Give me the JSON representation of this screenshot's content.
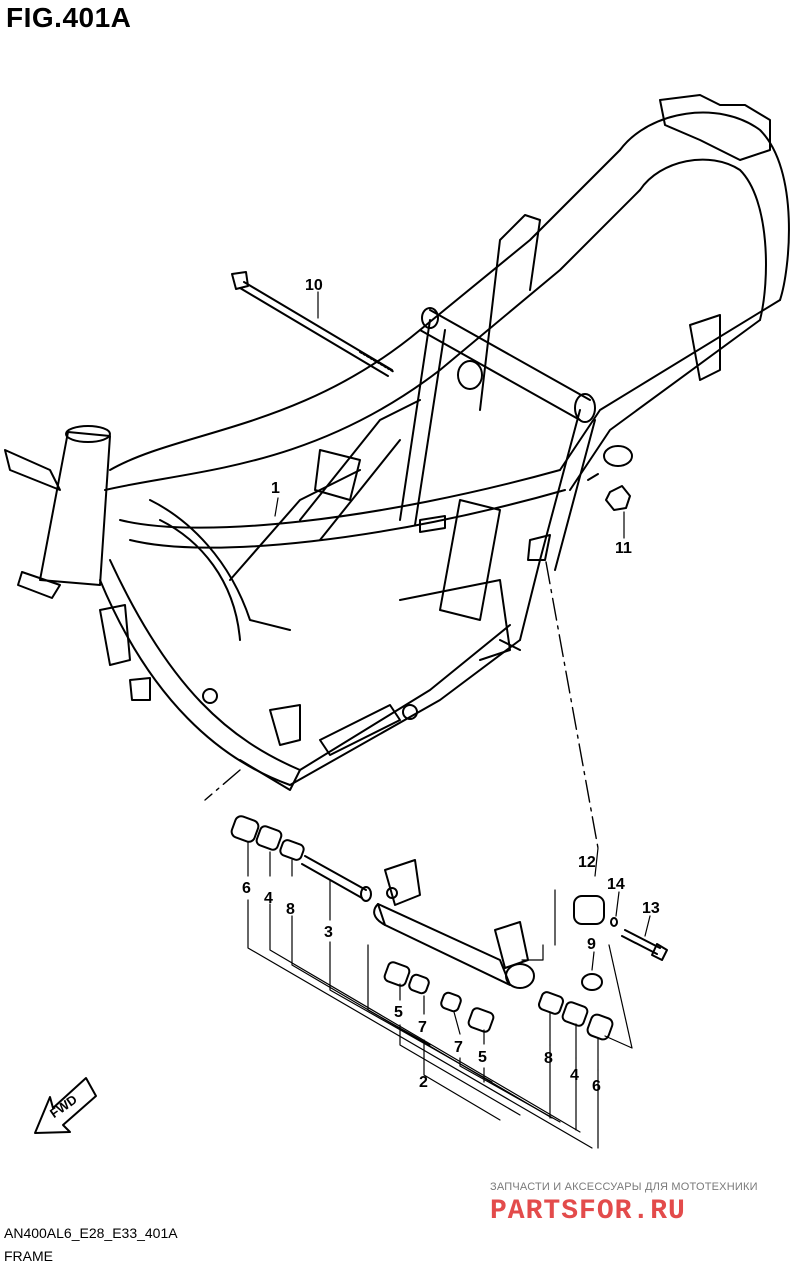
{
  "header": {
    "figure_title": "FIG.401A"
  },
  "callouts": [
    {
      "id": "c10",
      "label": "10"
    },
    {
      "id": "c1",
      "label": "1"
    },
    {
      "id": "c11",
      "label": "11"
    },
    {
      "id": "c12",
      "label": "12"
    },
    {
      "id": "c14",
      "label": "14"
    },
    {
      "id": "c13",
      "label": "13"
    },
    {
      "id": "c9",
      "label": "9"
    },
    {
      "id": "c6a",
      "label": "6"
    },
    {
      "id": "c4a",
      "label": "4"
    },
    {
      "id": "c8a",
      "label": "8"
    },
    {
      "id": "c3",
      "label": "3"
    },
    {
      "id": "c5a",
      "label": "5"
    },
    {
      "id": "c7a",
      "label": "7"
    },
    {
      "id": "c7b",
      "label": "7"
    },
    {
      "id": "c5b",
      "label": "5"
    },
    {
      "id": "c2",
      "label": "2"
    },
    {
      "id": "c8b",
      "label": "8"
    },
    {
      "id": "c4b",
      "label": "4"
    },
    {
      "id": "c6b",
      "label": "6"
    }
  ],
  "fwd_label": "FWD",
  "watermark": {
    "tagline": "ЗАПЧАСТИ И АКСЕССУАРЫ ДЛЯ МОТОТЕХНИКИ",
    "logo": "PARTSFOR.RU",
    "color": "#e34b4b"
  },
  "footer": {
    "model_code": "AN400AL6_E28_E33_401A",
    "group_name": "FRAME"
  }
}
